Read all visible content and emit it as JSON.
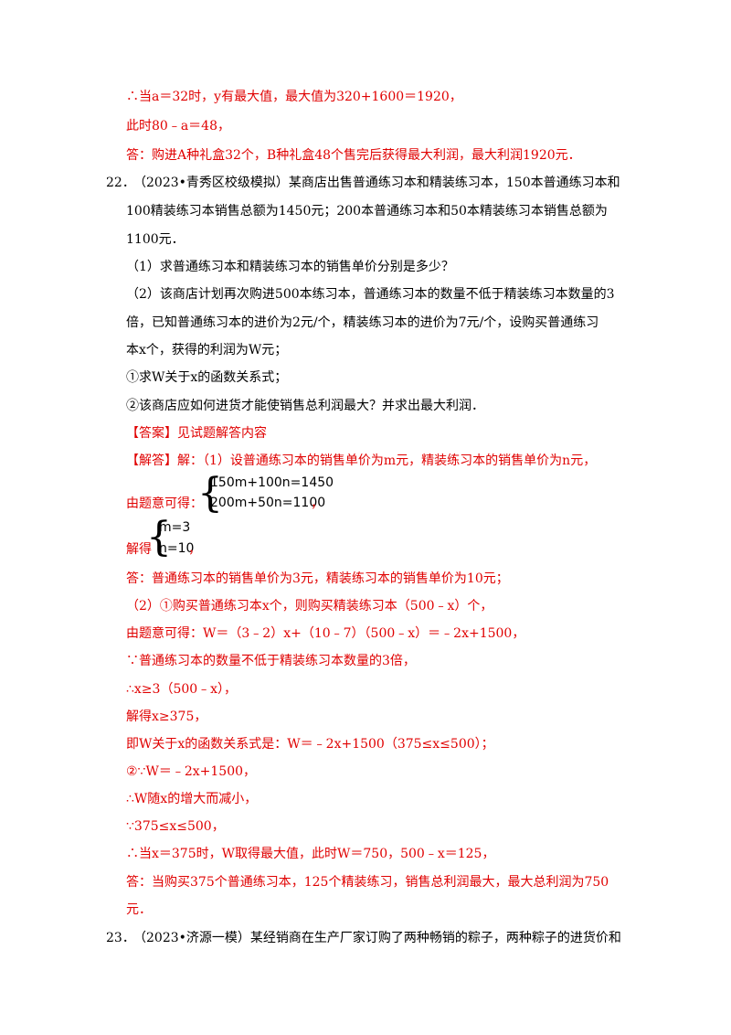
{
  "lines": {
    "l1": "∴当a＝32时，y有最大值，最大值为320+1600＝1920，",
    "l2": "此时80﹣a＝48，",
    "l3": "答：购进A种礼盒32个，B种礼盒48个售完后获得最大利润，最大利润1920元．",
    "q22_num": "22．",
    "q22_l1": "（2023•青秀区校级模拟）某商店出售普通练习本和精装练习本，150本普通练习本和",
    "q22_l2": "100精装练习本销售总额为1450元；200本普通练习本和50本精装练习本销售总额为",
    "q22_l3": "1100元．",
    "q22_p1": "（1）求普通练习本和精装练习本的销售单价分别是多少？",
    "q22_p2a": "（2）该商店计划再次购进500本练习本，普通练习本的数量不低于精装练习本数量的3",
    "q22_p2b": "倍，已知普通练习本的进价为2元/个，精装练习本的进价为7元/个，设购买普通练习",
    "q22_p2c": "本x个，获得的利润为W元；",
    "q22_s1": "①求W关于x的函数关系式；",
    "q22_s2": "②该商店应如何进货才能使销售总利润最大？并求出最大利润．",
    "ans": "【答案】见试题解答内容",
    "sol1": "【解答】解：（1）设普通练习本的销售单价为m元，精装练习本的销售单价为n元，",
    "eq_label": "由题意可得：",
    "eq1": "150m+100n=1450",
    "eq2": "200m+50n=1100",
    "eq_comma": "，",
    "sol_label": "解得",
    "res1": "m=3",
    "res2": "n=10",
    "res_comma": "，",
    "a1": "答：普通练习本的销售单价为3元，精装练习本的销售单价为10元；",
    "b1": "（2）①购买普通练习本x个，则购买精装练习本（500﹣x）个，",
    "b2": "由题意可得：W＝（3﹣2）x+（10﹣7）（500﹣x）＝﹣2x+1500，",
    "b3": "∵普通练习本的数量不低于精装练习本数量的3倍，",
    "b4": "∴x≥3（500﹣x），",
    "b5": "解得x≥375，",
    "b6": "即W关于x的函数关系式是：W＝﹣2x+1500（375≤x≤500）；",
    "b7": "②∵W＝﹣2x+1500，",
    "b8": "∴W随x的增大而减小，",
    "b9": "∵375≤x≤500，",
    "b10": "∴当x＝375时，W取得最大值，此时W＝750，500﹣x＝125，",
    "b11a": "答：当购买375个普通练习本，125个精装练习，销售总利润最大，最大总利润为750",
    "b11b": "元．",
    "q23_num": "23．",
    "q23_l1": "（2023•济源一模）某经销商在生产厂家订购了两种畅销的粽子，两种粽子的进货价和"
  },
  "colors": {
    "answer": "#e00000",
    "text": "#000000"
  }
}
